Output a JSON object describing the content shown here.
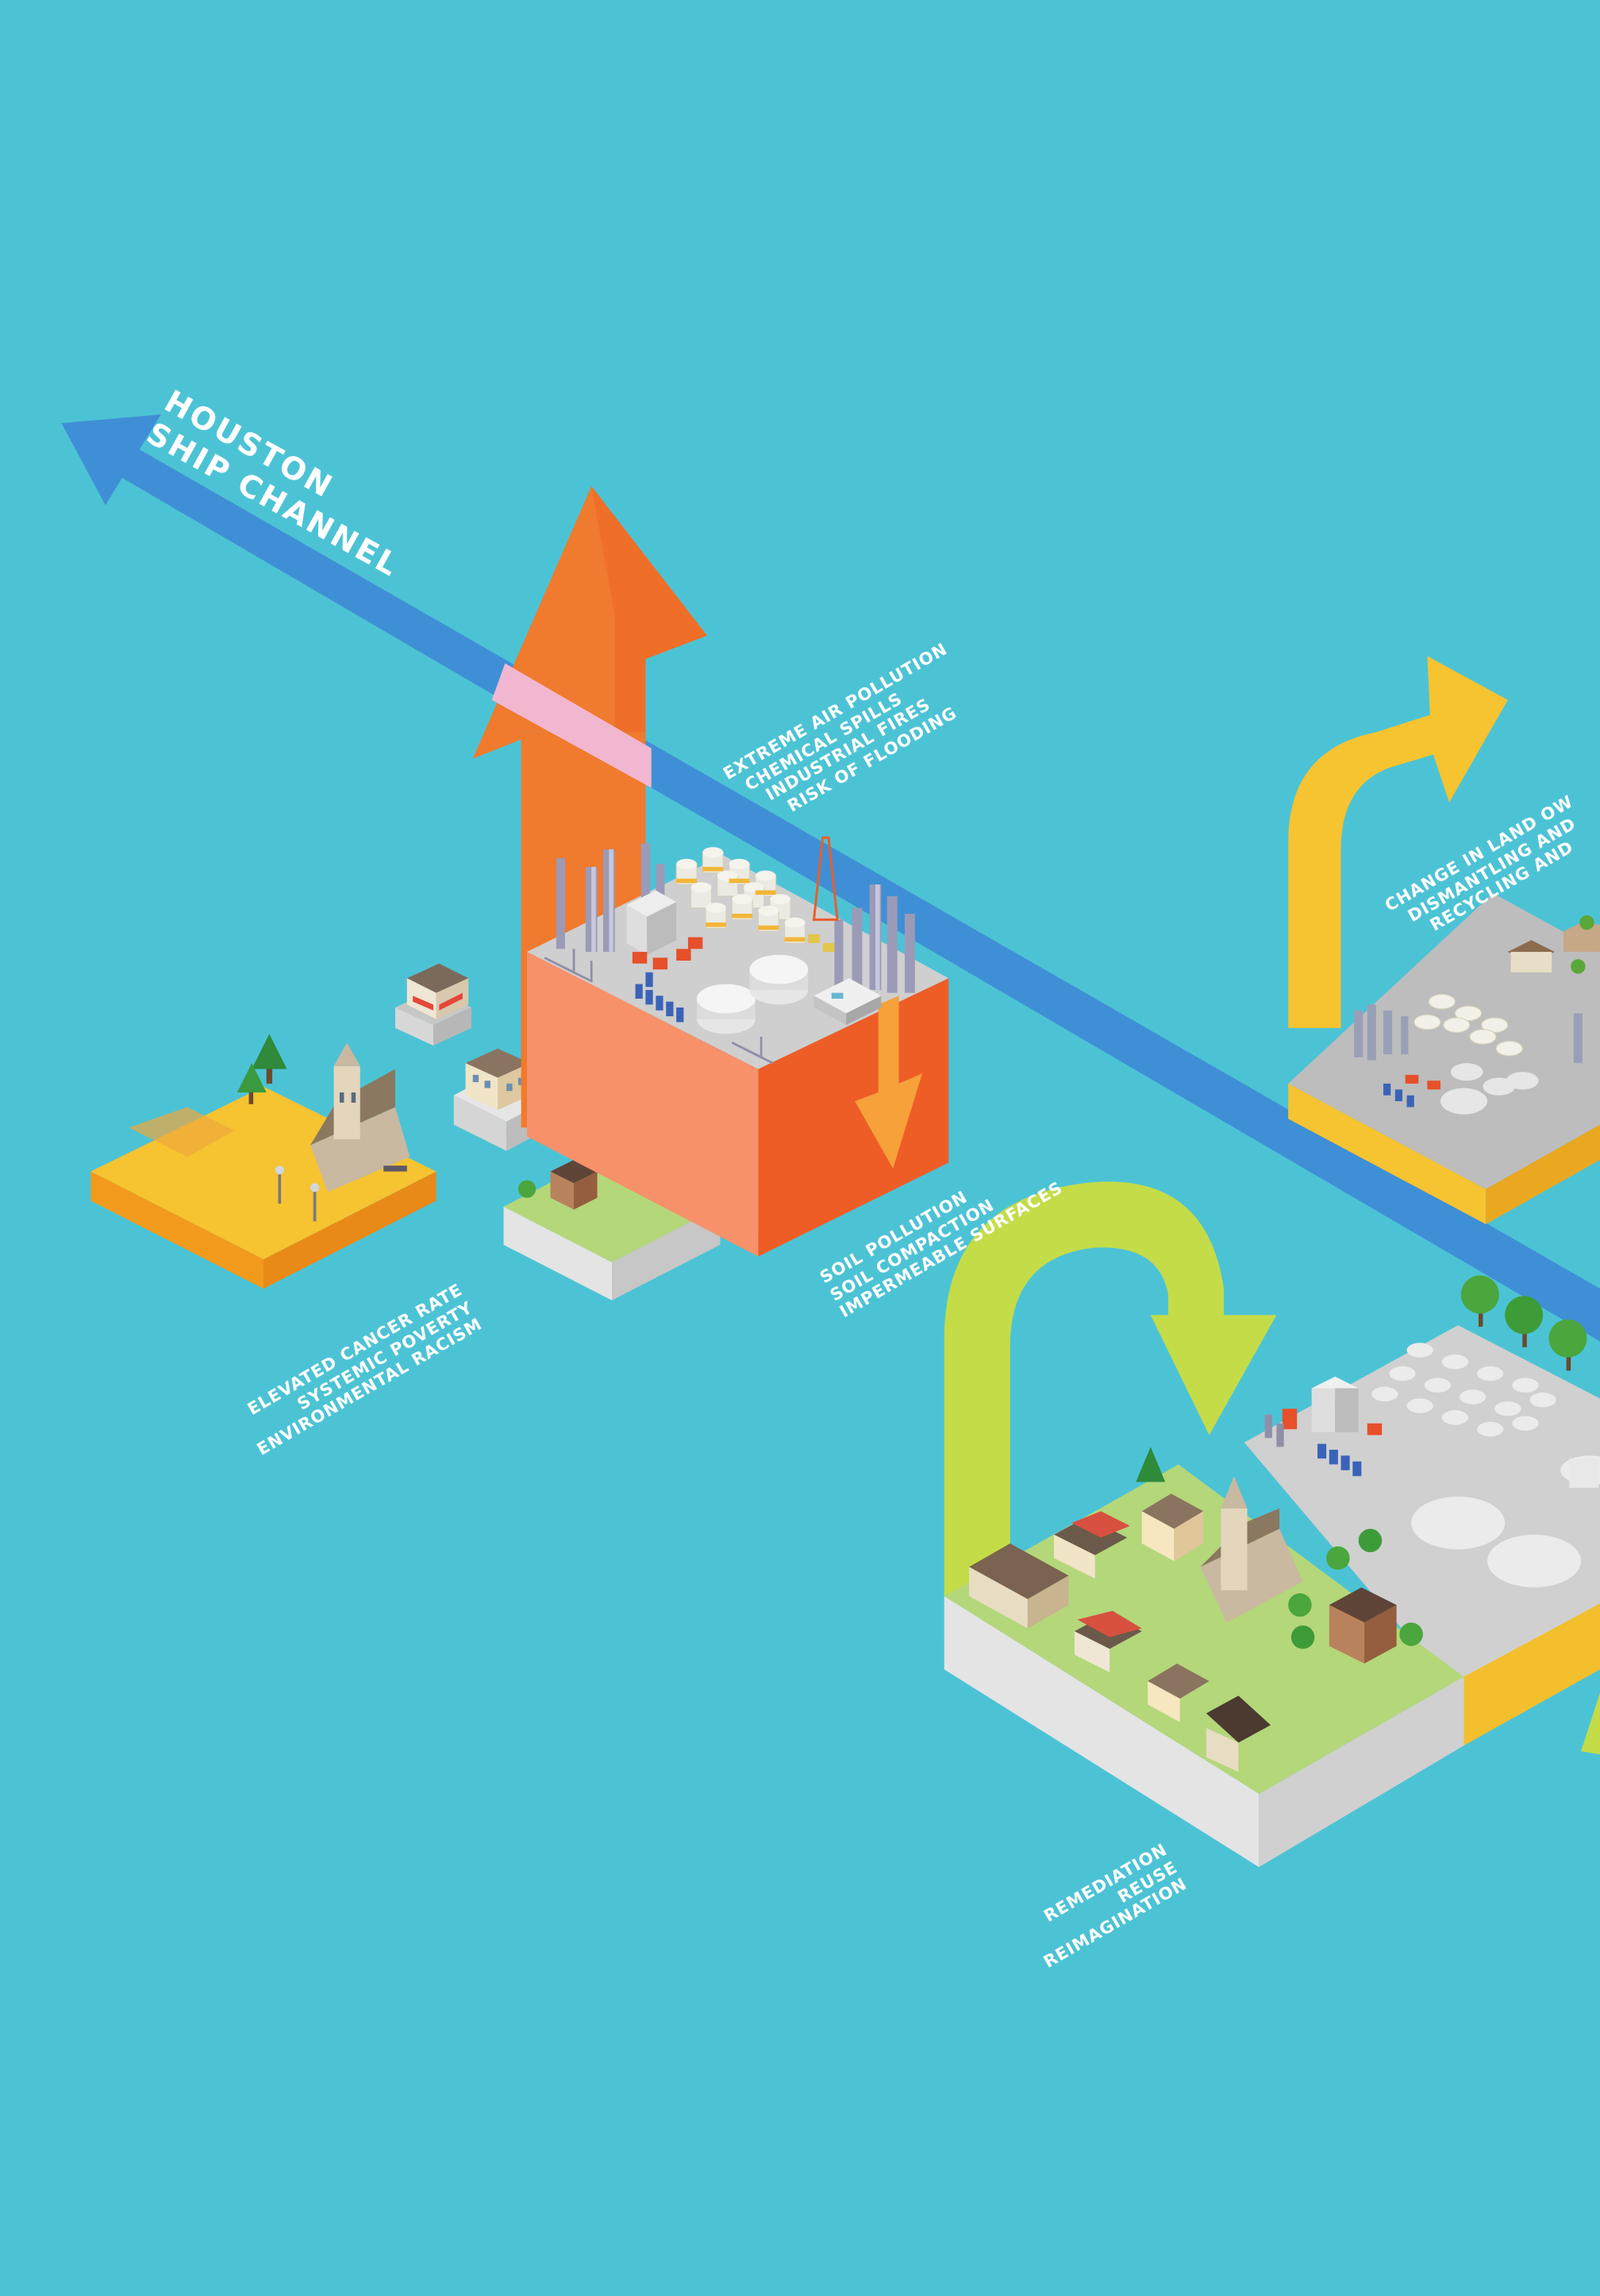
{
  "channel": {
    "label_lines": [
      "HOUSTON",
      "SHIP CHANNEL"
    ]
  },
  "impacts": {
    "air": [
      "EXTREME AIR POLLUTION",
      "CHEMICAL SPILLS",
      "INDUSTRIAL FIRES",
      "RISK OF FLOODING"
    ],
    "soil": [
      "SOIL POLLUTION",
      "SOIL COMPACTION",
      "IMPERMEABLE SURFACES"
    ],
    "community": [
      "ELEVATED CANCER RATE",
      "SYSTEMIC POVERTY",
      "ENVIRONMENTAL RACISM"
    ],
    "ownership": [
      "CHANGE IN LAND OW",
      "DISMANTLING AND",
      "RECYCLING AND"
    ],
    "future": [
      "REMEDIATION",
      "REUSE",
      "REIMAGINATION"
    ]
  },
  "colors": {
    "background": "#4cc3d5",
    "channel": "#3f8fd6",
    "industry_arrow": "#f07a2e",
    "ownership_arrow": "#f6c331",
    "renewal_arrow": "#c4dc48",
    "block_orange": "#ef6a2a",
    "block_yellow": "#f4bf2d"
  }
}
